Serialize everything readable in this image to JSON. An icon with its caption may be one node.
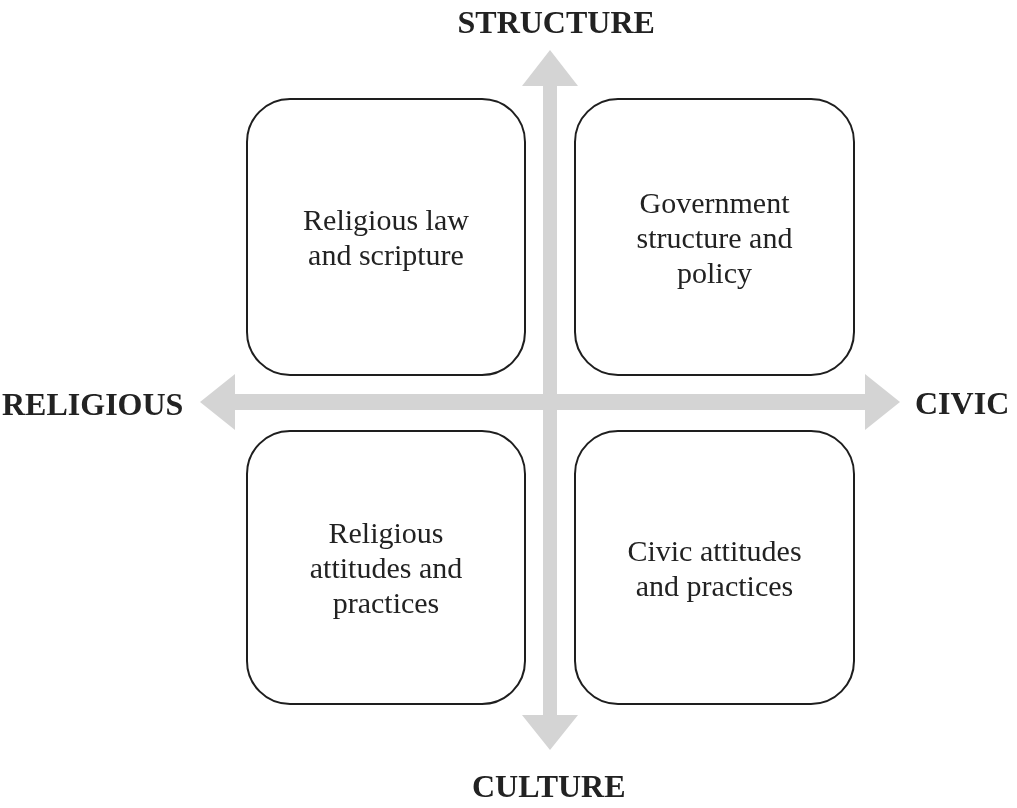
{
  "diagram": {
    "nodes": [
      {
        "text": [
          "Religious law and scripture"
        ]
      },
      {
        "text": [
          "Government structure and policy"
        ]
      },
      {
        "text": [
          "Religious attitudes and practices"
        ]
      },
      {
        "text": [
          "Civic attitudes and practices"
        ]
      }
    ],
    "labels": [
      "STRUCTURE",
      "RELIGIOUS",
      "CIVIC",
      "CULTURE"
    ]
  }
}
